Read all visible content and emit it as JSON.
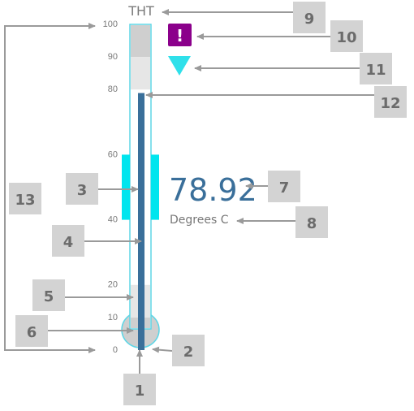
{
  "gauge": {
    "title": "THT",
    "value_text": "78.92",
    "units": "Degrees C",
    "value": 78.92,
    "scale": {
      "min": 0,
      "max": 100
    },
    "ticks": [
      "100",
      "90",
      "80",
      "60",
      "40",
      "20",
      "10",
      "0"
    ],
    "ranges": [
      {
        "name": "high-high",
        "from": 90,
        "to": 100,
        "color": "#cfcfcf"
      },
      {
        "name": "high",
        "from": 80,
        "to": 90,
        "color": "#e6e6e6"
      },
      {
        "name": "low",
        "from": 10,
        "to": 20,
        "color": "#e6e6e6"
      },
      {
        "name": "low-low",
        "from": 0,
        "to": 10,
        "color": "#cfcfcf"
      }
    ],
    "band": {
      "from": 40,
      "to": 60,
      "color": "#00e5ee"
    },
    "alarm_symbol": "!",
    "colors": {
      "outline": "#5fd6e6",
      "fill": "#3a6f9a",
      "alarm": "#8b008b",
      "trend": "#2fe0ea",
      "callout_box": "#d3d3d3",
      "arrow": "#9a9a9a"
    }
  },
  "callouts": [
    "1",
    "2",
    "3",
    "4",
    "5",
    "6",
    "7",
    "8",
    "9",
    "10",
    "11",
    "12",
    "13"
  ]
}
